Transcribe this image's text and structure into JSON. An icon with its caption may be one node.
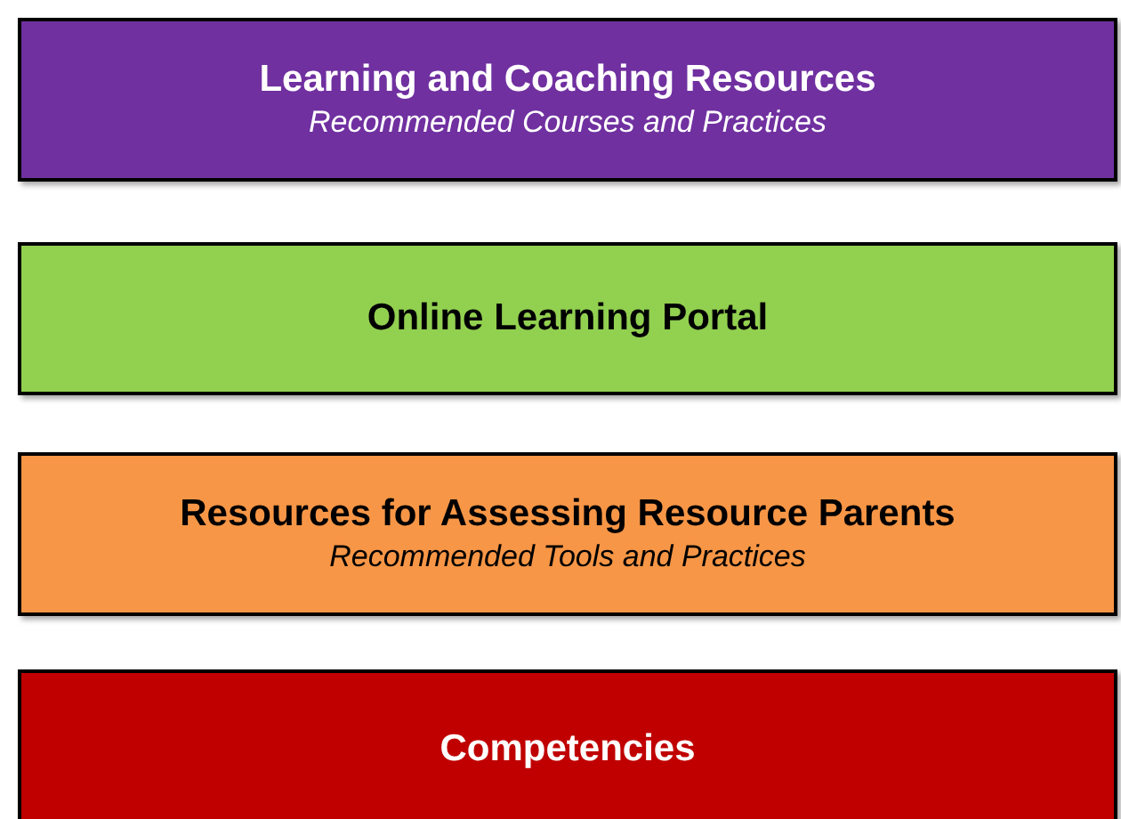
{
  "diagram": {
    "nodes": [
      {
        "text": [
          "Learning and Coaching Resources",
          "Recommended Courses and Practices"
        ]
      },
      {
        "text": [
          "Online Learning Portal"
        ]
      },
      {
        "text": [
          "Resources for Assessing Resource Parents",
          "Recommended Tools and Practices"
        ]
      },
      {
        "text": [
          "Competencies"
        ]
      }
    ]
  }
}
